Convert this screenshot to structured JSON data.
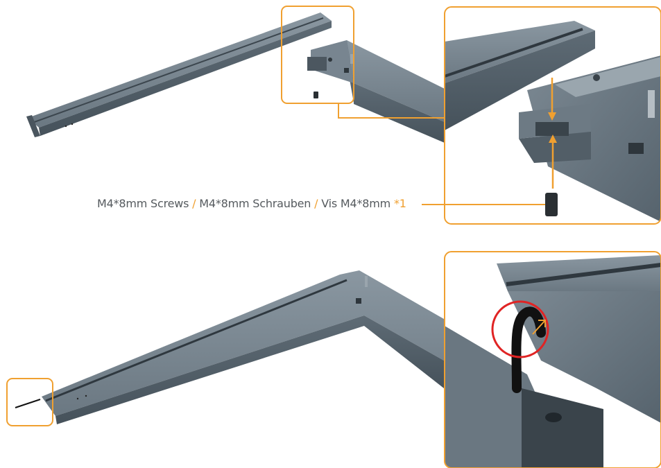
{
  "colors": {
    "accent": "#f0a030",
    "highlight_circle": "#e02424",
    "metal": "#5f6c76",
    "caption_text": "#555a5e"
  },
  "callout": {
    "screw_en": "M4*8mm Screws",
    "screw_de": "M4*8mm Schrauben",
    "screw_fr": "Vis M4*8mm",
    "separator": "/",
    "quantity": "*1"
  },
  "icons": {
    "step1_screw": "screw-icon",
    "step1_arrows": "arrow-up-down-icon",
    "step2_cable": "cable-icon",
    "step2_arrow": "arrow-up-right-icon"
  }
}
